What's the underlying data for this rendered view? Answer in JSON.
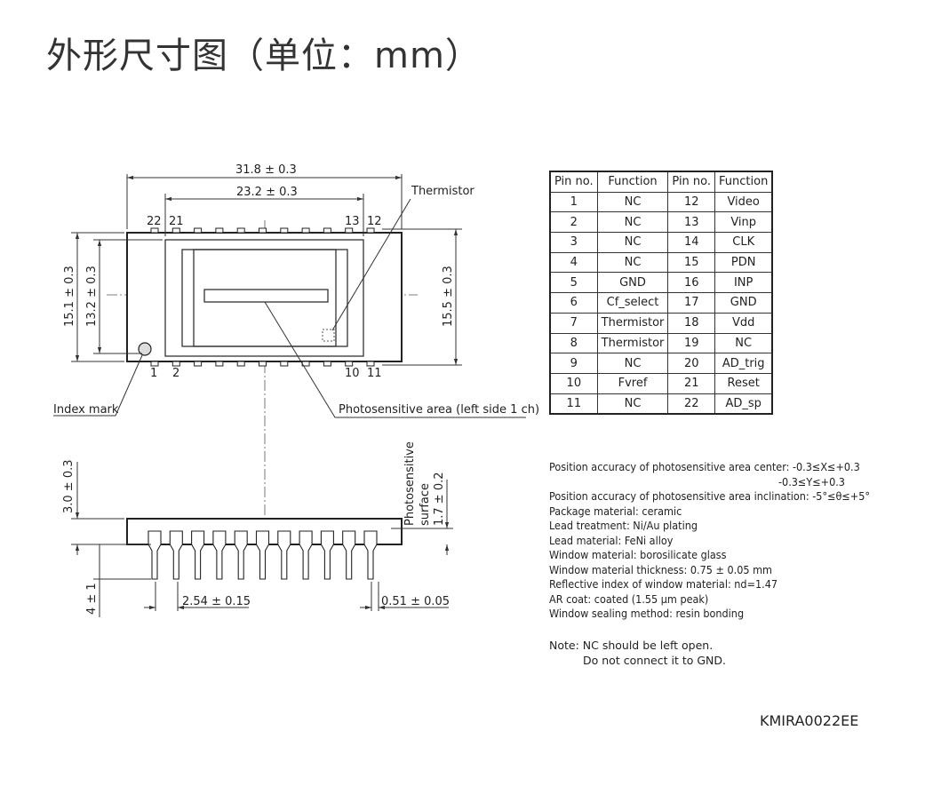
{
  "title": "外形尺寸图（单位：mm）",
  "top_view": {
    "dim_total_width": "31.8 ± 0.3",
    "dim_window_width": "23.2 ± 0.3",
    "dim_height_left_outer": "15.1 ± 0.3",
    "dim_height_left_inner": "13.2 ± 0.3",
    "dim_height_right": "15.5 ± 0.3",
    "pin_label_22": "22",
    "pin_label_21": "21",
    "pin_label_13": "13",
    "pin_label_12": "12",
    "pin_label_1": "1",
    "pin_label_2": "2",
    "pin_label_10": "10",
    "pin_label_11": "11",
    "thermistor_label": "Thermistor",
    "index_mark_label": "Index mark",
    "photosensitive_label": "Photosensitive area (left side 1 ch)"
  },
  "side_view": {
    "dim_height": "3.0 ± 0.3",
    "dim_lead_length": "4 ± 1",
    "dim_pitch": "2.54 ± 0.15",
    "dim_lead_width": "0.51 ± 0.05",
    "photosensitive_surface_line1": "Photosensitive",
    "photosensitive_surface_line2": "surface",
    "dim_surface": "1.7 ± 0.2"
  },
  "pin_table": {
    "headers": [
      "Pin no.",
      "Function",
      "Pin no.",
      "Function"
    ],
    "rows": [
      [
        "1",
        "NC",
        "12",
        "Video"
      ],
      [
        "2",
        "NC",
        "13",
        "Vinp"
      ],
      [
        "3",
        "NC",
        "14",
        "CLK"
      ],
      [
        "4",
        "NC",
        "15",
        "PDN"
      ],
      [
        "5",
        "GND",
        "16",
        "INP"
      ],
      [
        "6",
        "Cf_select",
        "17",
        "GND"
      ],
      [
        "7",
        "Thermistor",
        "18",
        "Vdd"
      ],
      [
        "8",
        "Thermistor",
        "19",
        "NC"
      ],
      [
        "9",
        "NC",
        "20",
        "AD_trig"
      ],
      [
        "10",
        "Fvref",
        "21",
        "Reset"
      ],
      [
        "11",
        "NC",
        "22",
        "AD_sp"
      ]
    ]
  },
  "specs": {
    "line1": "Position accuracy of photosensitive area center: -0.3≤X≤+0.3",
    "line2": "-0.3≤Y≤+0.3",
    "line3": "Position accuracy of photosensitive area inclination: -5°≤θ≤+5°",
    "line4": "Package material: ceramic",
    "line5": "Lead treatment: Ni/Au plating",
    "line6": "Lead material: FeNi alloy",
    "line7": "Window material: borosilicate glass",
    "line8": "Window material thickness: 0.75 ± 0.05 mm",
    "line9": "Reflective index of window material: nd=1.47",
    "line10": "AR coat: coated (1.55 µm peak)",
    "line11": "Window sealing method: resin bonding"
  },
  "note": {
    "line1": "Note: NC should be left open.",
    "line2": "Do not connect it to GND."
  },
  "doc_code": "KMIRA0022EE"
}
